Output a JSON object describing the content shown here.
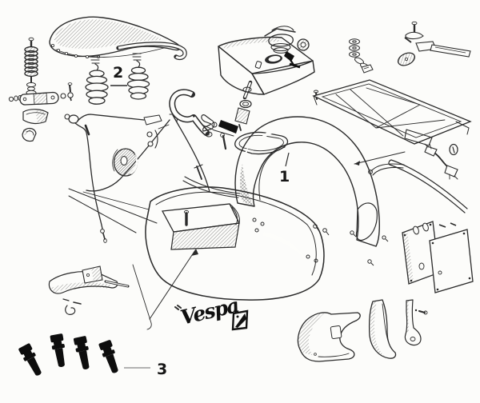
{
  "diagram": {
    "callout_1": "1",
    "callout_2": "2",
    "callout_3": "3",
    "brand_script": "Vespa"
  },
  "colors": {
    "ink": "#2a2a2a",
    "paper": "#fcfcfa",
    "rubber_black": "#0d0d0d",
    "callout3_line": "#9a9a9a"
  },
  "parts": [
    "saddle",
    "saddle-springs",
    "shock-absorber",
    "suspension-link-arm",
    "foot-bracket",
    "clamp",
    "bell-crank-lever",
    "throttle-rod",
    "control-cable",
    "frame-body",
    "cooling-vent",
    "bag-hook",
    "fuel-tap",
    "fuel-tank",
    "fuel-filler-cap",
    "tank-bay-gasket",
    "rear-fender",
    "luggage-rack",
    "washer-stack",
    "lever-bracket-set",
    "hatched-disc",
    "trim-moldings",
    "wiring-lead",
    "grommet",
    "license-plate",
    "plate-holder",
    "engine-cowl",
    "cowl-door",
    "mudflap",
    "rubber-buffers",
    "vespa-script-logo",
    "piaggio-shield-emblem",
    "horn-cover",
    "side-cover",
    "column-cover",
    "assorted-screws"
  ]
}
